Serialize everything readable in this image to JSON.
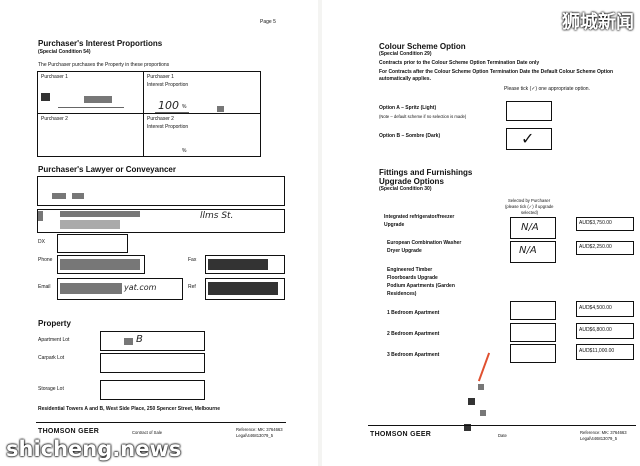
{
  "left": {
    "page_number": "Page 5",
    "interest_section": {
      "title": "Purchaser's Interest Proportions",
      "subtitle": "(Special Condition 54)",
      "intro": "The Purchaser purchases the Property in these proportions",
      "cells": [
        {
          "label": "Purchaser 1",
          "value": ""
        },
        {
          "label": "Purchaser 1",
          "sub": "Interest Proportion",
          "value": "100",
          "unit": "%"
        },
        {
          "label": "Purchaser 2",
          "value": ""
        },
        {
          "label": "Purchaser 2",
          "sub": "Interest Proportion",
          "value": "",
          "unit": "%"
        }
      ]
    },
    "lawyer_section": {
      "title": "Purchaser's Lawyer or Conveyancer",
      "address_hand": "llms St.",
      "labels": {
        "dx": "DX",
        "phone": "Phone",
        "fax": "Fax",
        "email": "Email",
        "ref": "Ref"
      },
      "email_hand": "yat.com"
    },
    "property_section": {
      "title": "Property",
      "labels": {
        "apartment": "Apartment Lot",
        "carpark": "Carpark Lot",
        "storage": "Storage Lot"
      },
      "apartment_hand": "B",
      "address_line": "Residential Towers A and B, West Side Place, 250 Spencer Street, Melbourne"
    },
    "footer": {
      "logo": "THOMSON GEER",
      "center": "Contract of Sale",
      "ref1": "Reference: MK: 3764663",
      "ref2": "Legal\\446813079_5"
    }
  },
  "right": {
    "colour_section": {
      "title": "Colour Scheme Option",
      "subtitle": "(Special Condition 29)",
      "line1": "Contracts prior to the Colour Scheme Option Termination Date only",
      "line2": "For Contracts after the Colour Scheme Option Termination Date the Default Colour Scheme Option",
      "line3": "automatically applies.",
      "tick_note": "Please tick (✓) one appropriate option.",
      "option_a": "Option A – Spritz (Light)",
      "option_a_note": "(Note – default scheme if no selection is made)",
      "option_b": "Option B – Sombre (Dark)",
      "option_b_mark": "✓"
    },
    "fittings_section": {
      "title_1": "Fittings and Furnishings",
      "title_2": "Upgrade Options",
      "subtitle": "(Special Condition 30)",
      "selected_header_1": "Selected by Purchaser",
      "selected_header_2": "(please tick (✓) if upgrade",
      "selected_header_3": "selected)",
      "items": [
        {
          "label_1": "Integrated refrigerator/freezer",
          "label_2": "Upgrade",
          "mark": "N/A",
          "price": "AUD$3,750.00"
        },
        {
          "label_1": "European Combination Washer",
          "label_2": "Dryer Upgrade",
          "mark": "N/A",
          "price": "AUD$2,250.00"
        }
      ],
      "timber_1": "Engineered Timber",
      "timber_2": "Floorboards Upgrade",
      "timber_3": "Podium Apartments (Garden",
      "timber_4": "Residences)",
      "apartments": [
        {
          "label": "1 Bedroom Apartment",
          "mark": "",
          "price": "AUD$4,500.00"
        },
        {
          "label": "2 Bedroom Apartment",
          "mark": "",
          "price": "AUD$6,800.00"
        },
        {
          "label": "3 Bedroom Apartment",
          "mark": "",
          "price": "AUD$11,000.00"
        }
      ]
    },
    "footer": {
      "logo": "THOMSON GEER",
      "center": "Date",
      "ref1": "Reference: MK: 3764663",
      "ref2": "Legal\\446813079_5"
    }
  },
  "watermarks": {
    "top": "狮城新闻",
    "bottom": "shicheng.news"
  }
}
